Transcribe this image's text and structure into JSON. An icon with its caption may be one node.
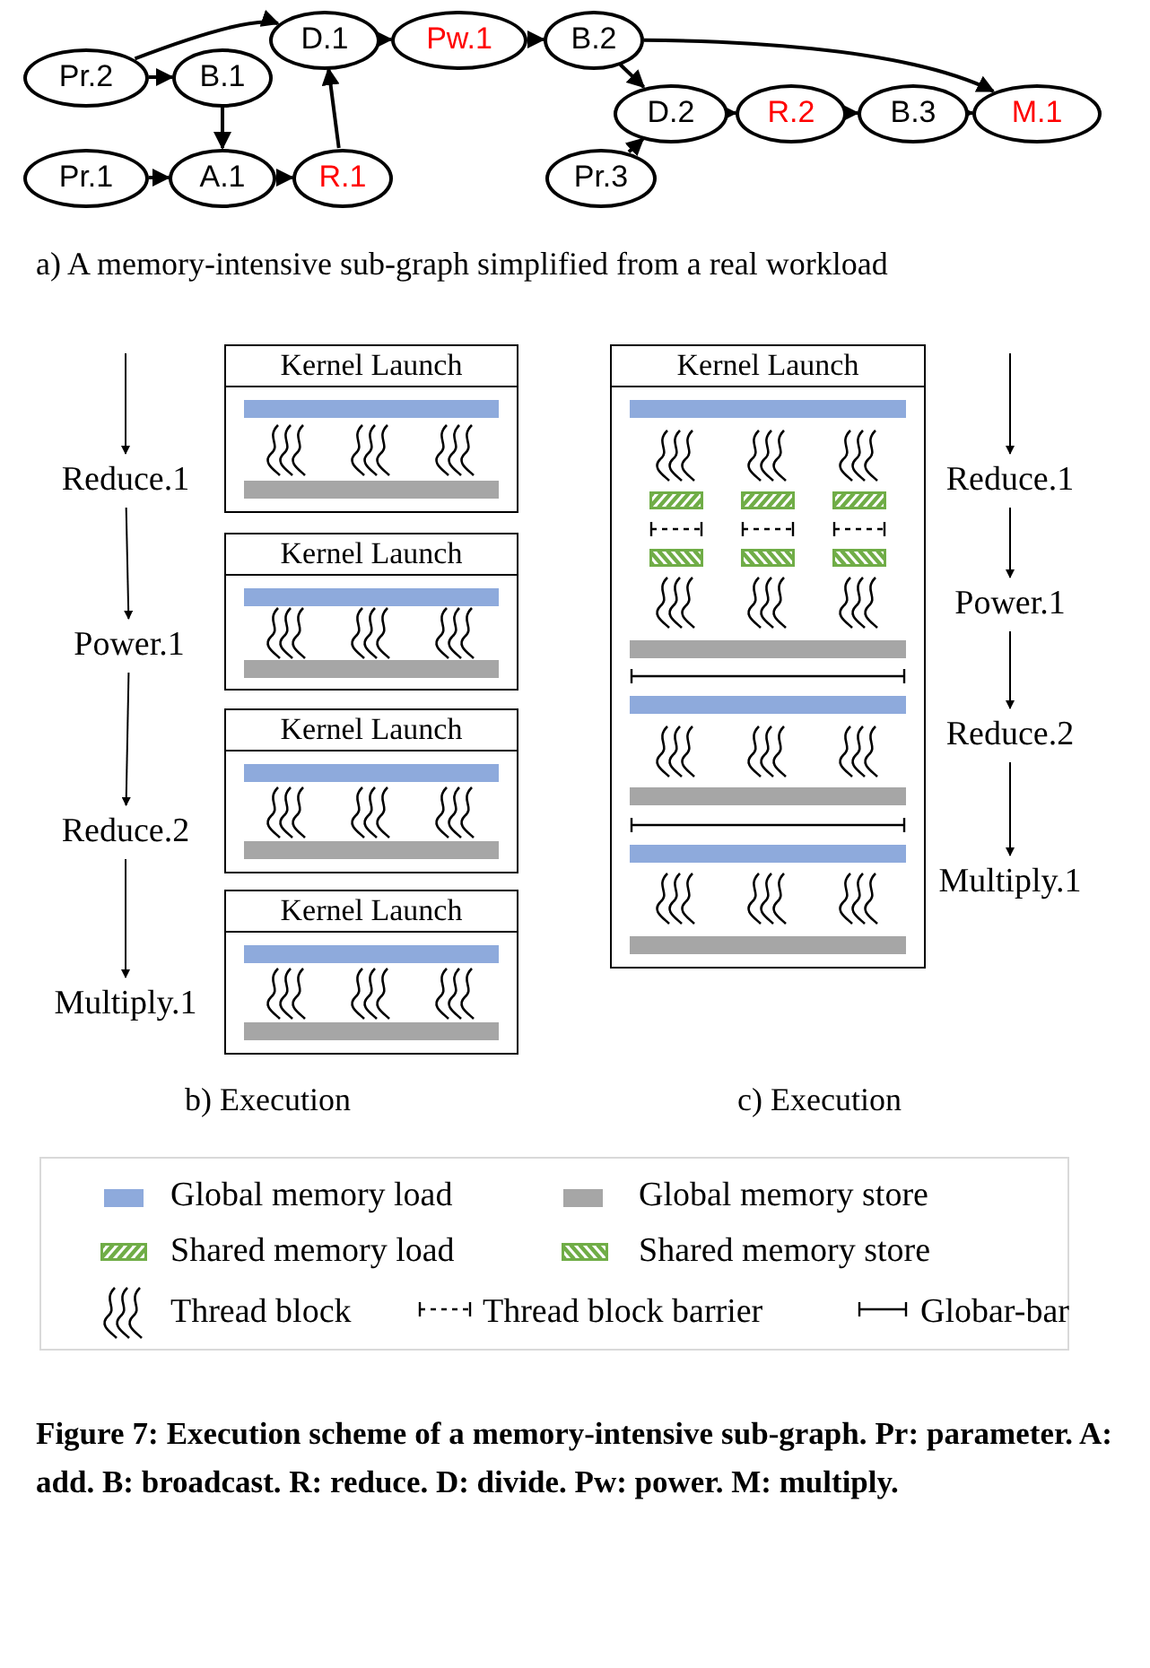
{
  "diagram": {
    "caption": "Figure 7: Execution scheme of a memory-intensive sub-graph. Pr: parameter. A: add. B: broadcast. R: reduce. D: divide. Pw: power. M: multiply.",
    "nodes": [
      {
        "text": [
          "Pr.2"
        ]
      },
      {
        "text": [
          "B.1"
        ]
      },
      {
        "text": [
          "D.1"
        ]
      },
      {
        "text": [
          "Pw.1"
        ]
      },
      {
        "text": [
          "B.2"
        ]
      },
      {
        "text": [
          "Pr.1"
        ]
      },
      {
        "text": [
          "A.1"
        ]
      },
      {
        "text": [
          "R.1"
        ]
      },
      {
        "text": [
          "D.2"
        ]
      },
      {
        "text": [
          "R.2"
        ]
      },
      {
        "text": [
          "B.3"
        ]
      },
      {
        "text": [
          "M.1"
        ]
      },
      {
        "text": [
          "Pr.3"
        ]
      },
      {
        "text": [
          "Reduce.1"
        ]
      },
      {
        "text": [
          "Power.1"
        ]
      },
      {
        "text": [
          "Reduce.2"
        ]
      },
      {
        "text": [
          "Multiply.1"
        ]
      },
      {
        "text": [
          "Kernel Launch"
        ]
      },
      {
        "text": [
          "Kernel Launch"
        ]
      },
      {
        "text": [
          "Kernel Launch"
        ]
      },
      {
        "text": [
          "Kernel Launch"
        ]
      },
      {
        "text": [
          "Kernel Launch"
        ]
      },
      {
        "text": [
          "Reduce.1"
        ]
      },
      {
        "text": [
          "Power.1"
        ]
      },
      {
        "text": [
          "Reduce.2"
        ]
      },
      {
        "text": [
          "Multiply.1"
        ]
      }
    ],
    "edges": [
      {
        "from": 0,
        "to": 2,
        "arrow": "to"
      },
      {
        "from": 0,
        "to": 1,
        "arrow": "to"
      },
      {
        "from": 1,
        "to": 6,
        "arrow": "to"
      },
      {
        "from": 5,
        "to": 6,
        "arrow": "to"
      },
      {
        "from": 6,
        "to": 7,
        "arrow": "to"
      },
      {
        "from": 7,
        "to": 2,
        "arrow": "to"
      },
      {
        "from": 2,
        "to": 3,
        "arrow": "to"
      },
      {
        "from": 3,
        "to": 4,
        "arrow": "to"
      },
      {
        "from": 4,
        "to": 8,
        "arrow": "to"
      },
      {
        "from": 4,
        "to": 11,
        "arrow": "to"
      },
      {
        "from": 12,
        "to": 8,
        "arrow": "to"
      },
      {
        "from": 8,
        "to": 9,
        "arrow": "to"
      },
      {
        "from": 9,
        "to": 10,
        "arrow": "to"
      },
      {
        "from": 10,
        "to": 11,
        "arrow": "to"
      },
      {
        "from": null,
        "to": 13,
        "arrow": "to"
      },
      {
        "from": 13,
        "to": 14,
        "arrow": "to"
      },
      {
        "from": 14,
        "to": 15,
        "arrow": "to"
      },
      {
        "from": 15,
        "to": 16,
        "arrow": "to"
      },
      {
        "from": null,
        "to": 22,
        "arrow": "to"
      },
      {
        "from": 22,
        "to": 23,
        "arrow": "to"
      },
      {
        "from": 23,
        "to": 24,
        "arrow": "to"
      },
      {
        "from": 24,
        "to": 25,
        "arrow": "to"
      }
    ],
    "labels": [
      "a) A memory-intensive sub-graph simplified from a real workload",
      "b) Execution",
      "c) Execution"
    ],
    "legend": [
      {
        "text": "Global memory load",
        "color": "#8eaadc"
      },
      {
        "text": "Global memory store",
        "color": "#a6a6a6"
      },
      {
        "text": "Shared memory load"
      },
      {
        "text": "Shared memory store"
      },
      {
        "text": "Thread block"
      },
      {
        "text": "Thread block barrier"
      },
      {
        "text": "Globar-bar"
      }
    ]
  }
}
